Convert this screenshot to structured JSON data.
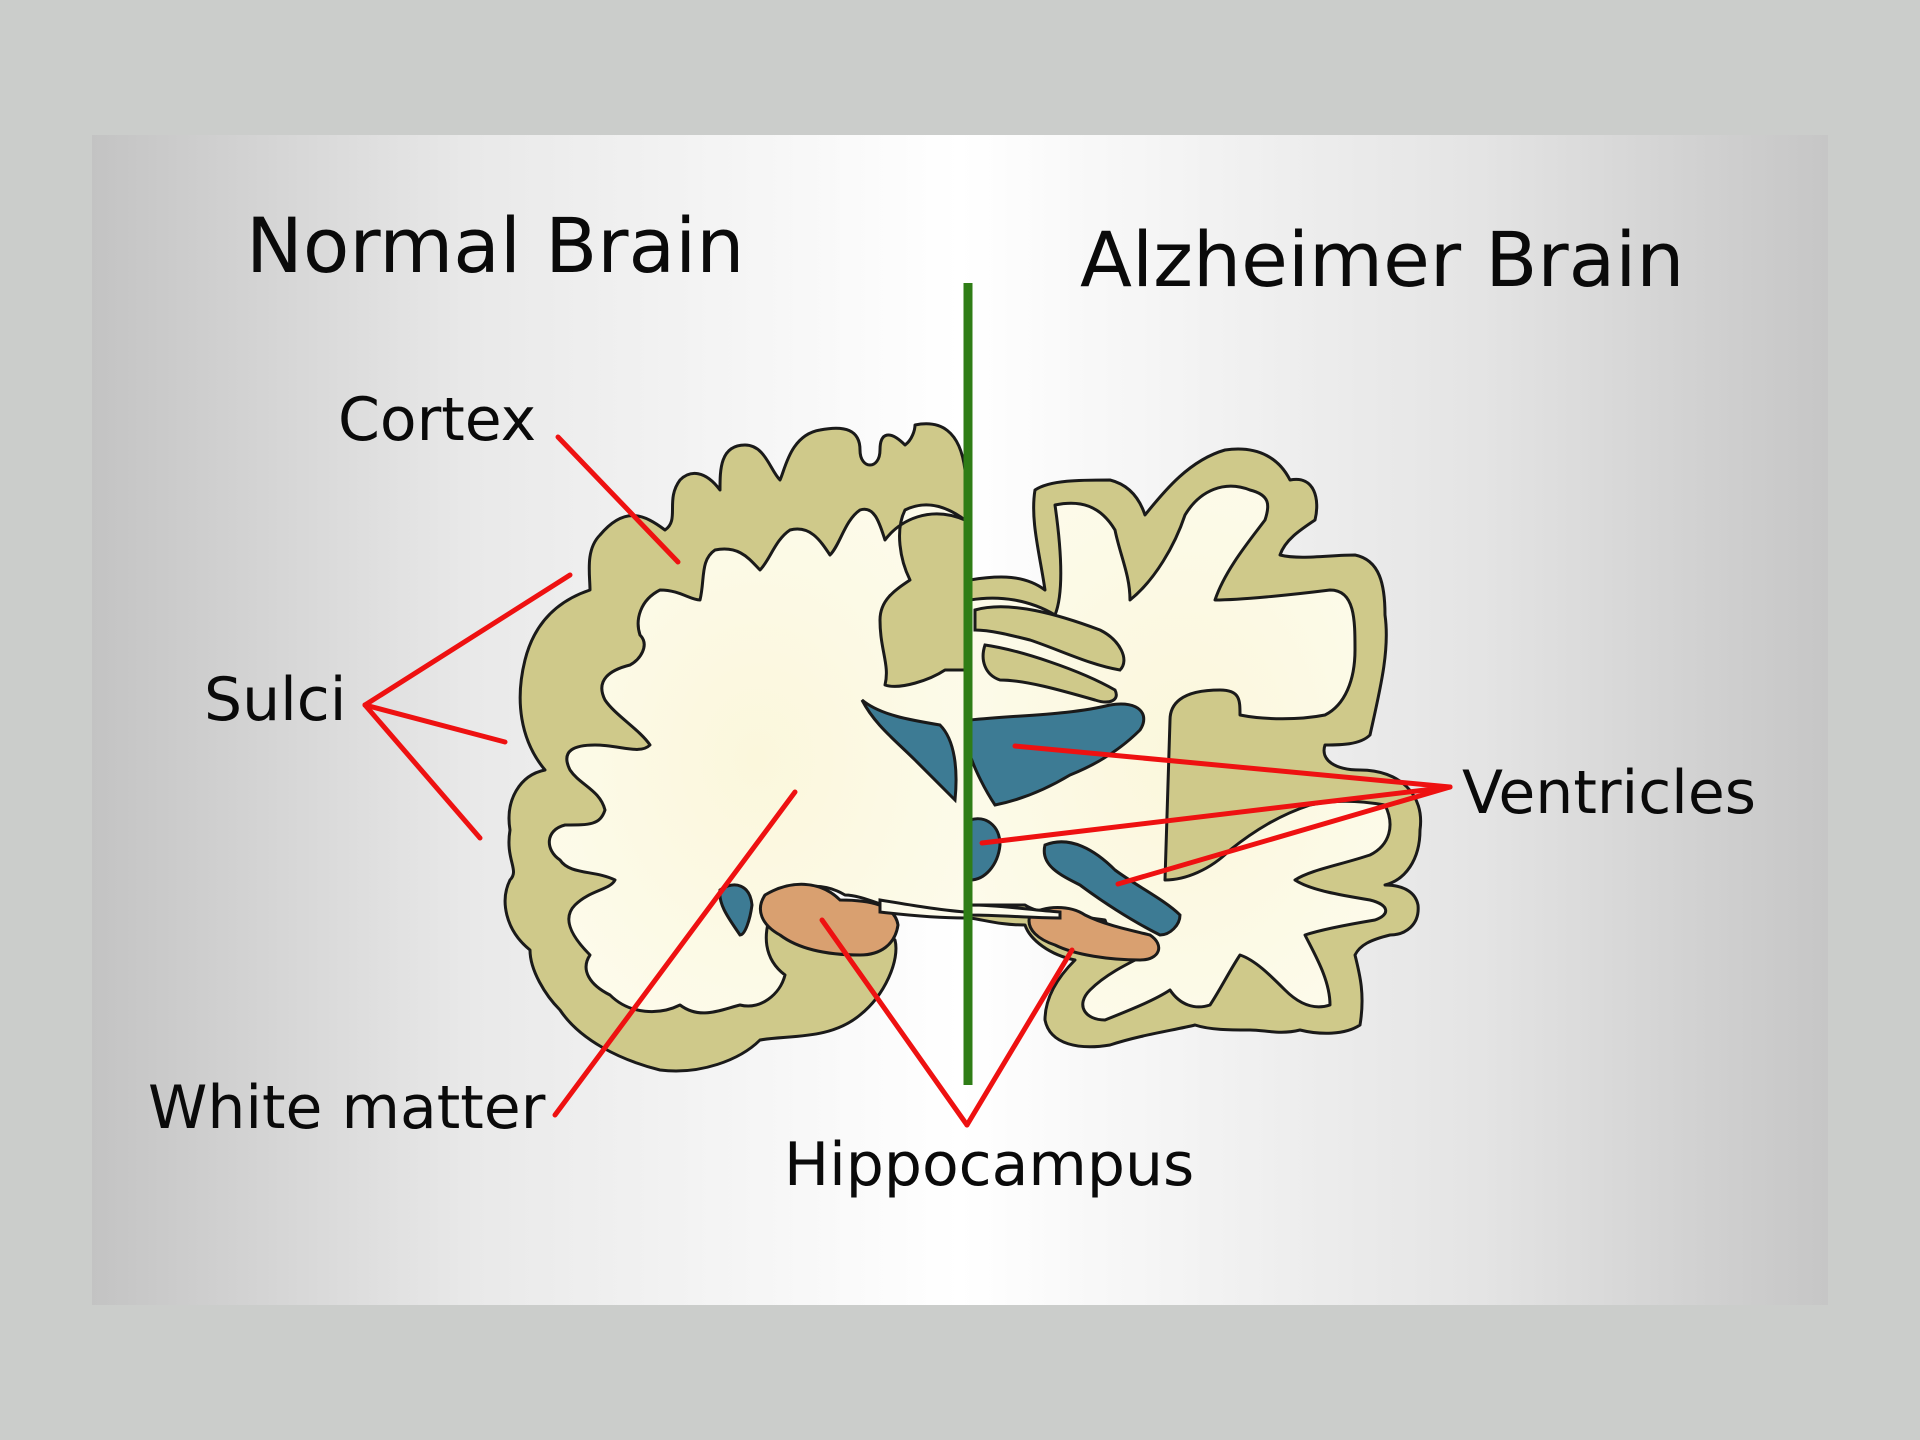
{
  "titles": {
    "normal": "Normal Brain",
    "alzheimer": "Alzheimer Brain"
  },
  "labels": {
    "cortex": "Cortex",
    "sulci": "Sulci",
    "white_matter": "White matter",
    "hippocampus": "Hippocampus",
    "ventricles": "Ventricles"
  },
  "colors": {
    "page": "#cbcdcb",
    "panel_edge": "#c4c4c4",
    "panel_center": "#ffffff",
    "cortex": "#cfc98a",
    "white_matter": "#fbf7dc",
    "ventricle": "#3d7b94",
    "hippocampus": "#d9a070",
    "divider": "#2f7d16",
    "pointer": "#ee1111",
    "outline": "#1a1a1a"
  }
}
